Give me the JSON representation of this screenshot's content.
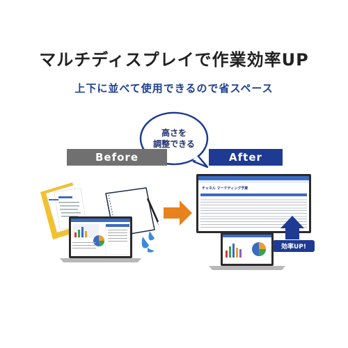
{
  "header": {
    "title": "マルチディスプレイで作業効率UP",
    "subtitle": "上下に並べて使用できるので省スペース"
  },
  "before": {
    "label": "Before"
  },
  "after": {
    "label": "After"
  },
  "callout": {
    "line1": "高さを",
    "line2": "調整できる"
  },
  "badge": {
    "text": "効率UP!"
  },
  "monitor": {
    "sheet_title": "チャネル マーケティング予算"
  },
  "colors": {
    "navy": "#1e3a92",
    "gray_label": "#707070",
    "arrow_orange": "#e8821e",
    "yellow_folder": "#f2c12e"
  }
}
